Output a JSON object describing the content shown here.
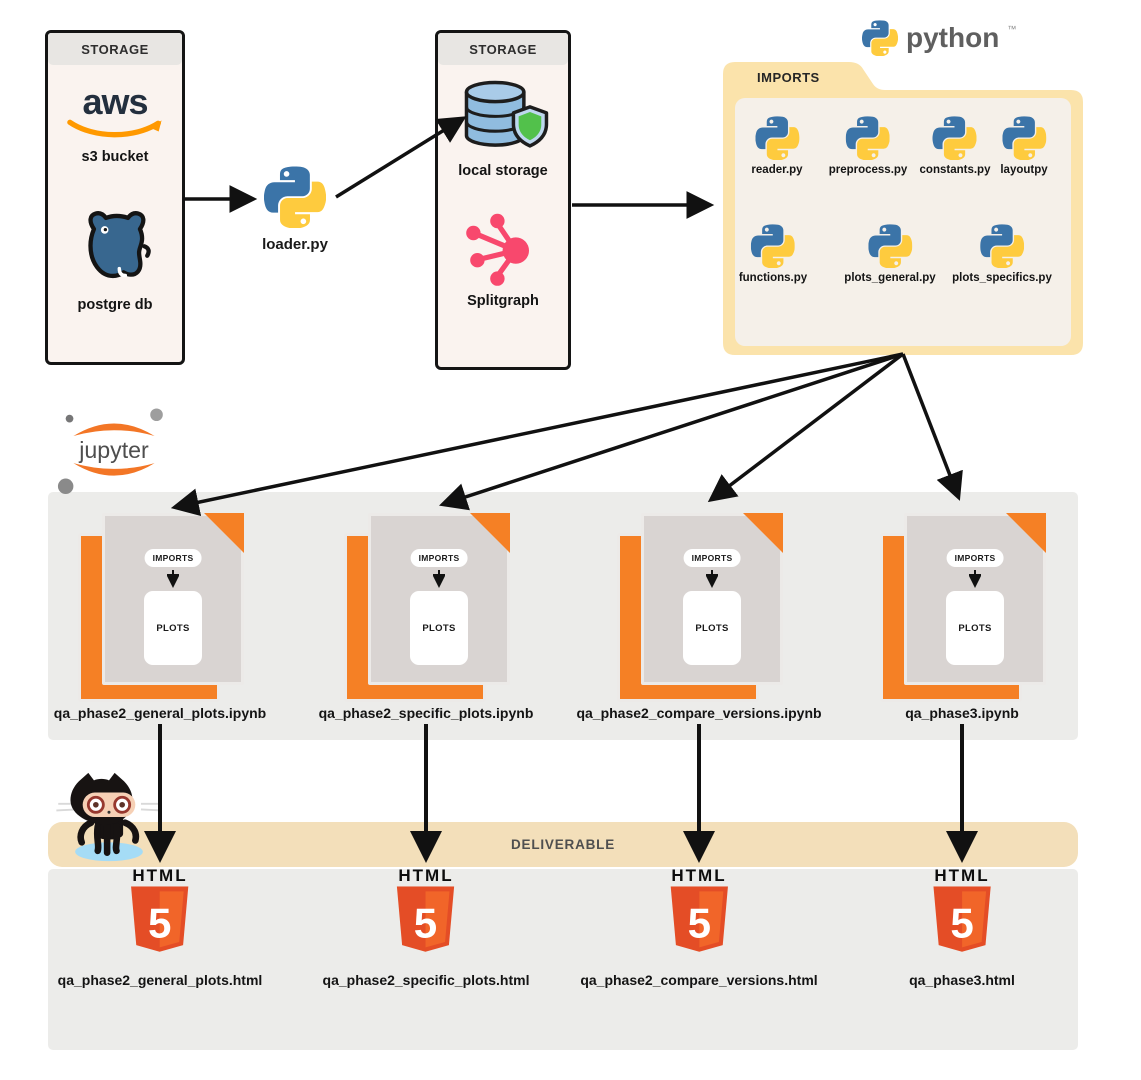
{
  "storage_left": {
    "header": "STORAGE",
    "aws_label": "s3 bucket",
    "postgres_label": "postgre db"
  },
  "loader": {
    "label": "loader.py"
  },
  "storage_mid": {
    "header": "STORAGE",
    "local_label": "local storage",
    "splitgraph_label": "Splitgraph"
  },
  "python_brand": {
    "name": "python",
    "tm": "™"
  },
  "imports_folder": {
    "header": "IMPORTS",
    "files_row1": [
      "reader.py",
      "preprocess.py",
      "constants.py",
      "layoutpy"
    ],
    "files_row2": [
      "functions.py",
      "plots_general.py",
      "plots_specifics.py"
    ]
  },
  "jupyter_brand": {
    "name": "jupyter"
  },
  "notebook_inner": {
    "imports": "IMPORTS",
    "plots": "PLOTS"
  },
  "notebooks": [
    "qa_phase2_general_plots.ipynb",
    "qa_phase2_specific_plots.ipynb",
    "qa_phase2_compare_versions.ipynb",
    "qa_phase3.ipynb"
  ],
  "deliverable": {
    "label": "DELIVERABLE"
  },
  "html_badge": {
    "wordmark": "HTML",
    "number": "5"
  },
  "html_files": [
    "qa_phase2_general_plots.html",
    "qa_phase2_specific_plots.html",
    "qa_phase2_compare_versions.html",
    "qa_phase3.html"
  ],
  "colors": {
    "accent_orange": "#f58025",
    "python_blue": "#3b74a8",
    "python_yellow": "#fecb3e",
    "aws_navy": "#232f3e",
    "aws_orange": "#ff9900",
    "postgres_blue": "#38678f",
    "splitgraph_pink": "#f8486d",
    "shield_green": "#52c14b",
    "storage_bg": "#faf3ef",
    "folder_tan": "#fbe3ab",
    "folder_inner": "#f5f0e9",
    "band_gray": "#ececea",
    "deliverable_tan": "#f3dfba",
    "html5_orange": "#e44d26",
    "jupyter_orange": "#f37626"
  }
}
